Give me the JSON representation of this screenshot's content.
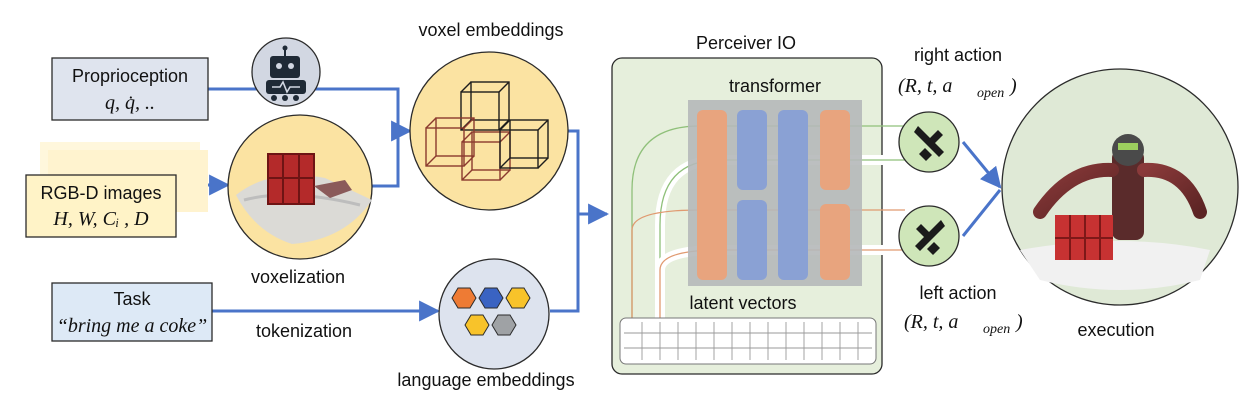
{
  "inputs": {
    "proprioception": {
      "title": "Proprioception",
      "formula": "q, q̇, .."
    },
    "rgbd": {
      "title": "RGB-D images",
      "formula": "H, W, Cᵢ , D"
    },
    "task": {
      "title": "Task",
      "text": "“bring me a coke”"
    }
  },
  "labels": {
    "voxel_embeddings": "voxel embeddings",
    "voxelization": "voxelization",
    "tokenization": "tokenization",
    "language_embeddings": "language embeddings",
    "perceiver": "Perceiver IO",
    "transformer": "transformer",
    "latent_vectors": "latent vectors",
    "right_action": "right action",
    "right_action_formula": "(R, t, a",
    "left_action": "left action",
    "left_action_formula": "(R, t, a",
    "action_subscript": "open",
    "execution": "execution"
  },
  "icons": {
    "robot": "robot-icon",
    "gripper_right": "gripper-icon",
    "gripper_left": "gripper-icon",
    "voxel_cubes": "cube-icon",
    "language_tokens": "hexagon-icon"
  },
  "colors": {
    "arrow": "#4a74c9",
    "input_box": "#dfe4ee",
    "rgbd_box": "#fff3c7",
    "task_box": "#dde9f6",
    "embed_circle": "#fbe3a2",
    "perceiver_bg": "#e6efdc",
    "transformer_bg": "#b5b8b9",
    "orange_bar": "#e8a47e",
    "blue_bar": "#8aa1d4",
    "hex_orange": "#ee7b34",
    "hex_blue": "#3a63c2",
    "hex_yellow": "#f8c32a",
    "hex_gray": "#9fa2a5",
    "gripper_circle": "#cfe6b9"
  }
}
